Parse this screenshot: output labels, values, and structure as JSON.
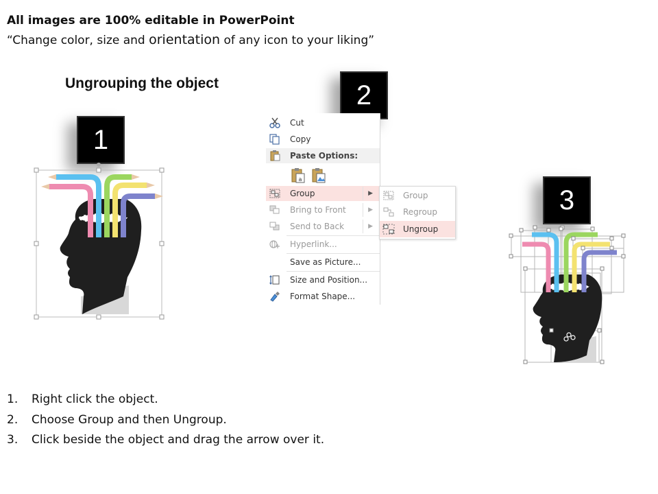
{
  "header": {
    "line1": "All images are 100% editable in PowerPoint",
    "line2_pre": "“Change color, size and ",
    "line2_big": "orientation",
    "line2_post": " of any icon to your liking”"
  },
  "section_title": "Ungrouping the object",
  "step_boxes": [
    "1",
    "2",
    "3"
  ],
  "context_menu": {
    "items": [
      {
        "label": "Cut",
        "icon": "scissors-icon",
        "state": "normal"
      },
      {
        "label": "Copy",
        "icon": "copy-icon",
        "state": "normal"
      },
      {
        "label": "Paste Options:",
        "icon": "paste-icon",
        "state": "header"
      },
      {
        "label": "Group",
        "icon": "group-icon",
        "state": "highlighted",
        "submenu": true
      },
      {
        "label": "Bring to Front",
        "icon": "bring-to-front-icon",
        "state": "disabled",
        "submenu": true
      },
      {
        "label": "Send to Back",
        "icon": "send-to-back-icon",
        "state": "disabled",
        "submenu": true
      },
      {
        "label": "Hyperlink...",
        "icon": "hyperlink-icon",
        "state": "disabled"
      },
      {
        "label": "Save as Picture...",
        "icon": "",
        "state": "normal"
      },
      {
        "label": "Size and Position...",
        "icon": "size-position-icon",
        "state": "normal"
      },
      {
        "label": "Format Shape...",
        "icon": "format-shape-icon",
        "state": "normal"
      }
    ],
    "paste_option_icons": [
      "paste-keep-text-icon",
      "paste-picture-icon"
    ]
  },
  "submenu": {
    "items": [
      {
        "label": "Group",
        "icon": "group-icon",
        "state": "disabled"
      },
      {
        "label": "Regroup",
        "icon": "regroup-icon",
        "state": "disabled"
      },
      {
        "label": "Ungroup",
        "icon": "ungroup-icon",
        "state": "highlighted"
      }
    ]
  },
  "instructions": [
    {
      "num": "1.",
      "text": "Right click the object."
    },
    {
      "num": "2.",
      "text": "Choose Group and then Ungroup."
    },
    {
      "num": "3.",
      "text": "Click beside the object and drag the arrow over it."
    }
  ],
  "colors": {
    "pink": "#ee8bb0",
    "blue": "#5bc0f0",
    "green": "#9bd65f",
    "yellow": "#f3e270",
    "purple": "#7e83cc",
    "head": "#1f1f1f",
    "menu_highlight": "#fbe2e0"
  }
}
